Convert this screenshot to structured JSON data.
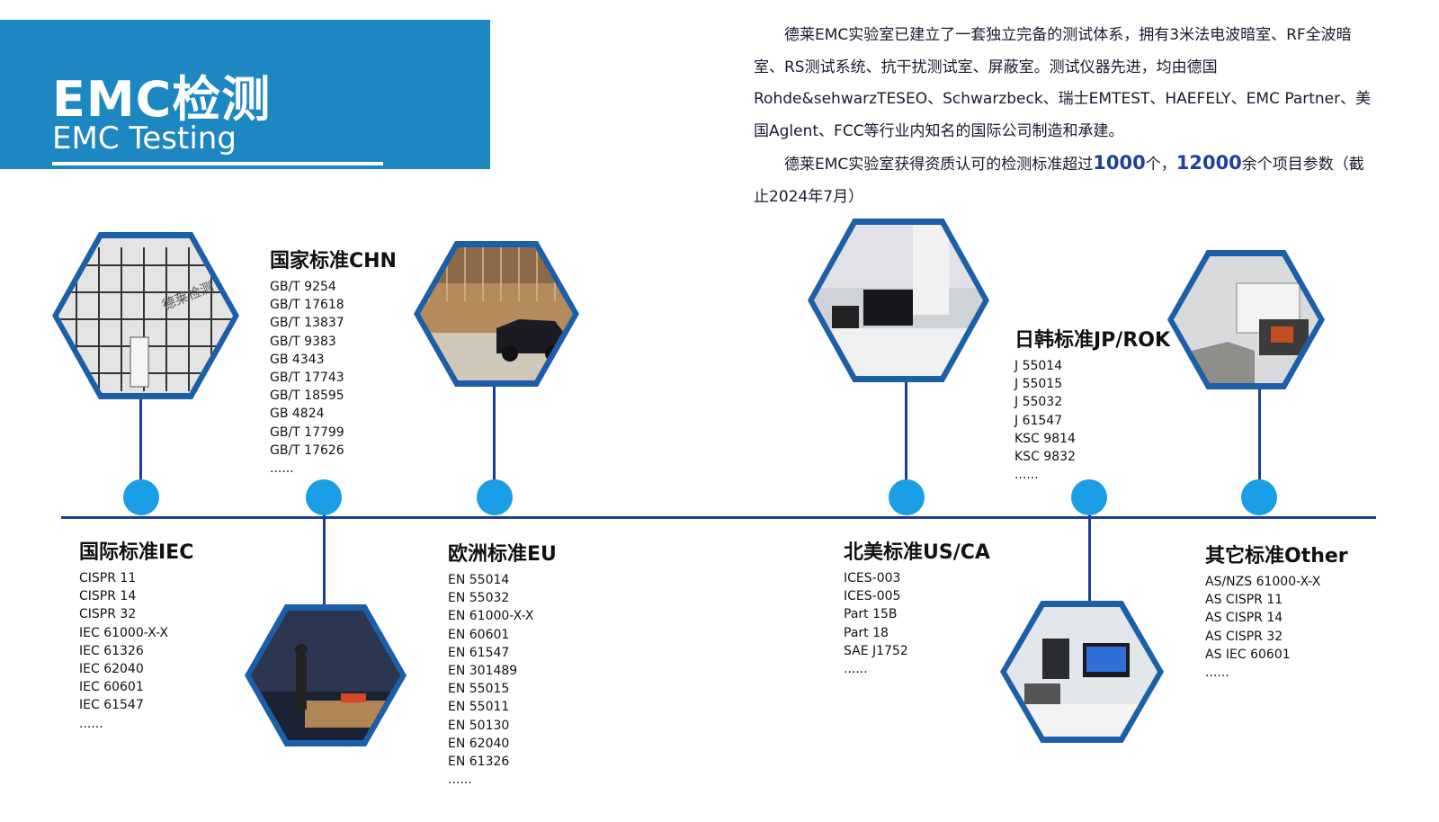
{
  "header": {
    "title": "EMC检测",
    "subtitle": "EMC Testing"
  },
  "intro": {
    "para1": "德莱EMC实验室已建立了一套独立完备的测试体系，拥有3米法电波暗室、RF全波暗室、RS测试系统、抗干扰测试室、屏蔽室。测试仪器先进，均由德国Rohde&sehwarzTESEO、Schwarzbeck、瑞士EMTEST、HAEFELY、EMC Partner、美国Aglent、FCC等行业内知名的国际公司制造和承建。",
    "para2_a": "德莱EMC实验室获得资质认可的检测标准超过",
    "para2_num1": "1000",
    "para2_b": "个，",
    "para2_num2": "12000",
    "para2_c": "余个项目参数（截止2024年7月）"
  },
  "standards": {
    "chn": {
      "title": "国家标准CHN",
      "items": [
        "GB/T 9254",
        "GB/T 17618",
        "GB/T 13837",
        "GB/T 9383",
        "GB 4343",
        "GB/T 17743",
        "GB/T 18595",
        "GB 4824",
        "GB/T 17799",
        "GB/T 17626",
        "......"
      ]
    },
    "iec": {
      "title": "国际标准IEC",
      "items": [
        "CISPR 11",
        "CISPR 14",
        "CISPR 32",
        "IEC 61000-X-X",
        "IEC 61326",
        "IEC 62040",
        "IEC 60601",
        "IEC 61547",
        "......"
      ]
    },
    "eu": {
      "title": "欧洲标准EU",
      "items": [
        "EN 55014",
        "EN 55032",
        "EN 61000-X-X",
        "EN 60601",
        "EN 61547",
        "EN 301489",
        "EN 55015",
        "EN 55011",
        "EN 50130",
        "EN 62040",
        "EN 61326",
        "......"
      ]
    },
    "usca": {
      "title": "北美标准US/CA",
      "items": [
        "ICES-003",
        "ICES-005",
        "Part 15B",
        "Part 18",
        "SAE J1752",
        "......"
      ]
    },
    "jprok": {
      "title": "日韩标准JP/ROK",
      "items": [
        "J 55014",
        "J 55015",
        "J 55032",
        "J 61547",
        "KSC 9814",
        "KSC 9832",
        "......"
      ]
    },
    "other": {
      "title": "其它标准Other",
      "items": [
        "AS/NZS 61000-X-X",
        "AS CISPR 11",
        "AS CISPR 14",
        "AS CISPR 32",
        "AS IEC 60601",
        "......"
      ]
    }
  },
  "photo_watermark": "德莱检测",
  "colors": {
    "banner": "#1c87c0",
    "timeline": "#1b3d96",
    "node": "#1a9ee6",
    "hex_frame": "#1c5fa9"
  }
}
